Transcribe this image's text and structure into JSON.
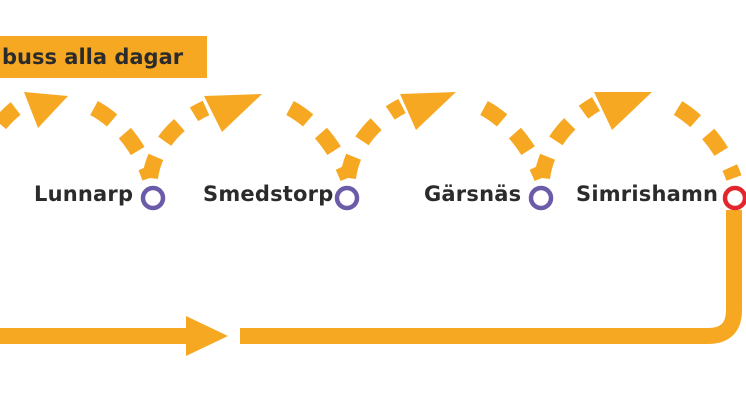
{
  "banner": {
    "text": "buss alla dagar"
  },
  "stops": [
    {
      "name": "Lunnarp",
      "marker_color": "#6B5BA8"
    },
    {
      "name": "Smedstorp",
      "marker_color": "#6B5BA8"
    },
    {
      "name": "Gärsnäs",
      "marker_color": "#6B5BA8"
    },
    {
      "name": "Simrishamn",
      "marker_color": "#E3262B"
    }
  ],
  "colors": {
    "route": "#F7A823",
    "text": "#2b2b2b",
    "regular_stop": "#6B5BA8",
    "terminus_stop": "#E3262B"
  }
}
